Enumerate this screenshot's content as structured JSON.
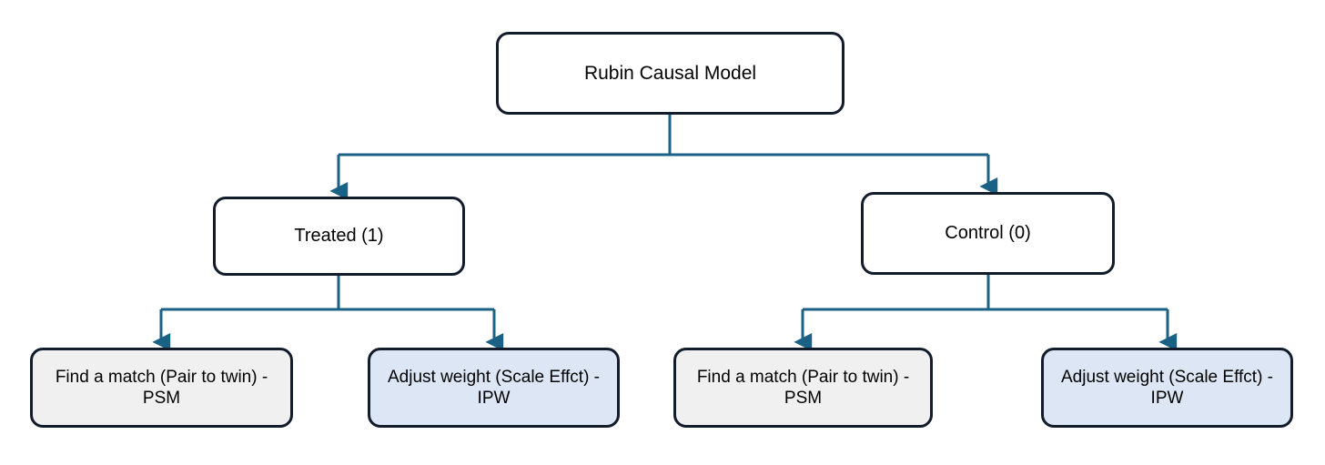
{
  "diagram": {
    "title": "Rubin Causal Model",
    "type": "tree-flowchart",
    "colors": {
      "connector": "#1a6185",
      "node_border": "#121c2b",
      "fill_white": "#ffffff",
      "fill_gray": "#f0f0f0",
      "fill_blue": "#dce6f4",
      "background": "#ffffff",
      "text": "#000000"
    },
    "nodes": {
      "root": {
        "label": "Rubin Causal Model"
      },
      "treated": {
        "label": "Treated (1)"
      },
      "control": {
        "label": "Control (0)"
      },
      "treated_psm": {
        "label": "Find a match (Pair to twin) -PSM"
      },
      "treated_ipw": {
        "label": "Adjust weight (Scale Effct) -IPW"
      },
      "control_psm": {
        "label": "Find a match (Pair to twin) -PSM"
      },
      "control_ipw": {
        "label": "Adjust weight (Scale Effct) -IPW"
      }
    },
    "edges": [
      {
        "from": "root",
        "to": "treated"
      },
      {
        "from": "root",
        "to": "control"
      },
      {
        "from": "treated",
        "to": "treated_psm"
      },
      {
        "from": "treated",
        "to": "treated_ipw"
      },
      {
        "from": "control",
        "to": "control_psm"
      },
      {
        "from": "control",
        "to": "control_ipw"
      }
    ]
  }
}
